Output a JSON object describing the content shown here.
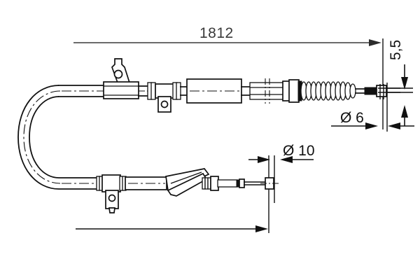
{
  "drawing": {
    "title": "Handbrake cable technical drawing",
    "background_color": "#ffffff",
    "line_color": "#111111",
    "dimension_color": "#3a3a3a"
  },
  "dimensions": {
    "overall_length": {
      "label": "1812",
      "name": "overall-length-dimension",
      "orientation": "horizontal"
    },
    "end_height": {
      "label": "5,5",
      "name": "end-height-dimension",
      "orientation": "vertical"
    },
    "diameter_upper": {
      "label": "Ø 6",
      "name": "upper-end-diameter-dimension",
      "orientation": "horizontal"
    },
    "diameter_lower": {
      "label": "Ø 10",
      "name": "lower-end-diameter-dimension",
      "orientation": "horizontal"
    }
  },
  "parts": {
    "upper_branch": {
      "name": "upper-cable-branch",
      "components": [
        "cable-sheath",
        "eyelet-bracket",
        "clamp-bracket",
        "cylindrical-body",
        "ferrule",
        "coil-spring",
        "end-fitting"
      ]
    },
    "lower_branch": {
      "name": "lower-cable-branch",
      "components": [
        "cable-sheath",
        "clamp-bracket",
        "wedge-clip",
        "ferrule",
        "end-fitting"
      ]
    },
    "bend": {
      "name": "cable-u-bend"
    }
  }
}
